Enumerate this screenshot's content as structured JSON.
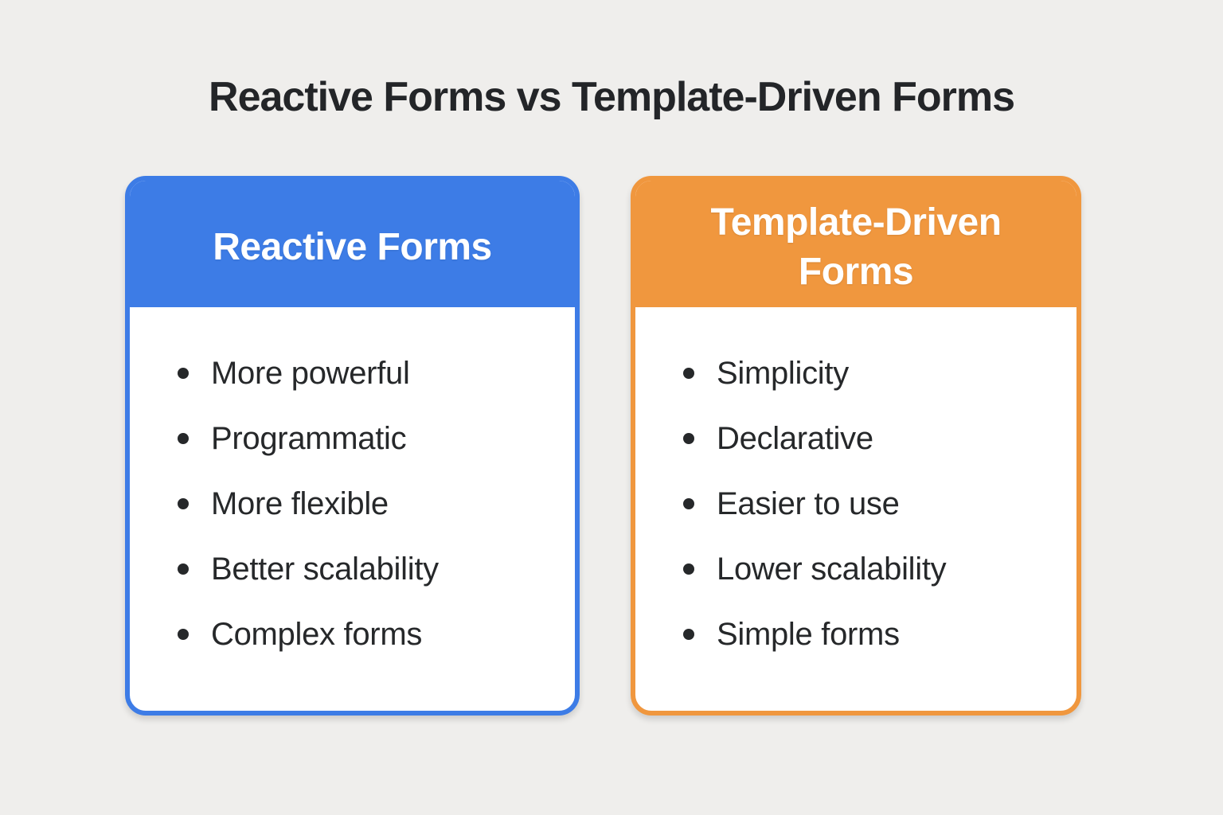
{
  "page": {
    "title": "Reactive Forms vs Template-Driven Forms",
    "background_color": "#efeeec",
    "text_color": "#26282a"
  },
  "cards": [
    {
      "id": "reactive-forms",
      "title": "Reactive Forms",
      "accent_color": "#3d7ce6",
      "items": [
        "More powerful",
        "Programmatic",
        "More flexible",
        "Better scalability",
        "Complex forms"
      ]
    },
    {
      "id": "template-driven-forms",
      "title": "Template-Driven Forms",
      "accent_color": "#f0973e",
      "items": [
        "Simplicity",
        "Declarative",
        "Easier to use",
        "Lower scalability",
        "Simple forms"
      ]
    }
  ]
}
